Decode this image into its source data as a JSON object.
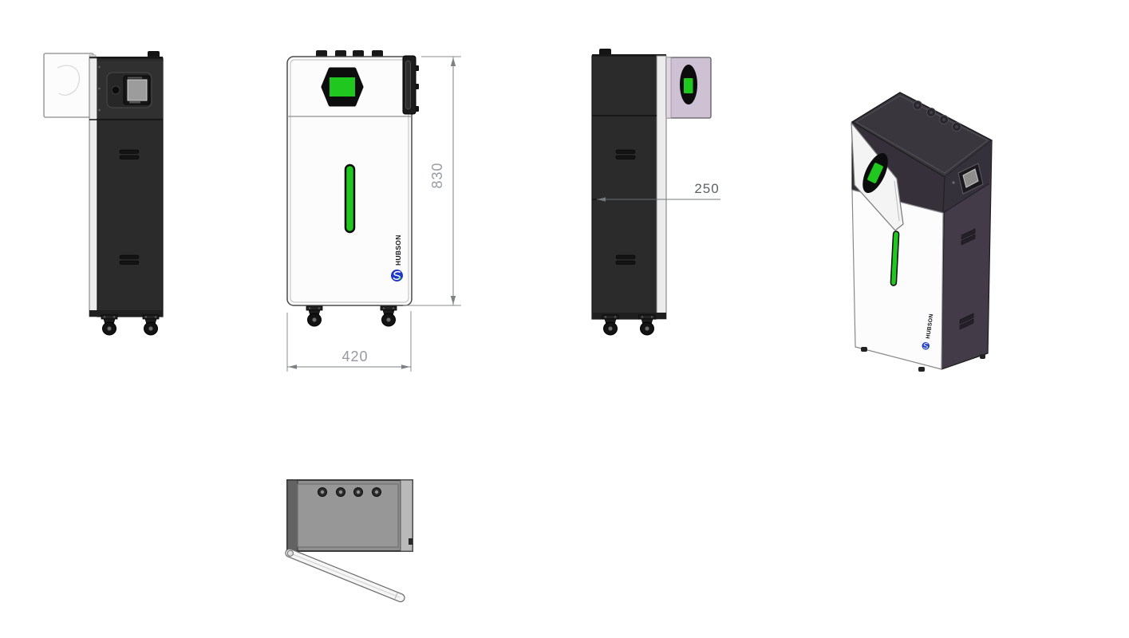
{
  "brand": "HUBSON",
  "dimensions": {
    "height": "830",
    "width": "420",
    "depth": "250"
  },
  "colors": {
    "indicator_green": "#1fc71f",
    "door_lavender": "#cec1d3",
    "body_dark": "#2b2b2b",
    "side_purple": "#443b48",
    "front_white": "#fcfcfc",
    "top_view_gray": "#8f8f8f",
    "logo_blue": "#1d35c8",
    "dim_label_light": "#969aa3",
    "dim_label_dark": "#5c6165"
  }
}
